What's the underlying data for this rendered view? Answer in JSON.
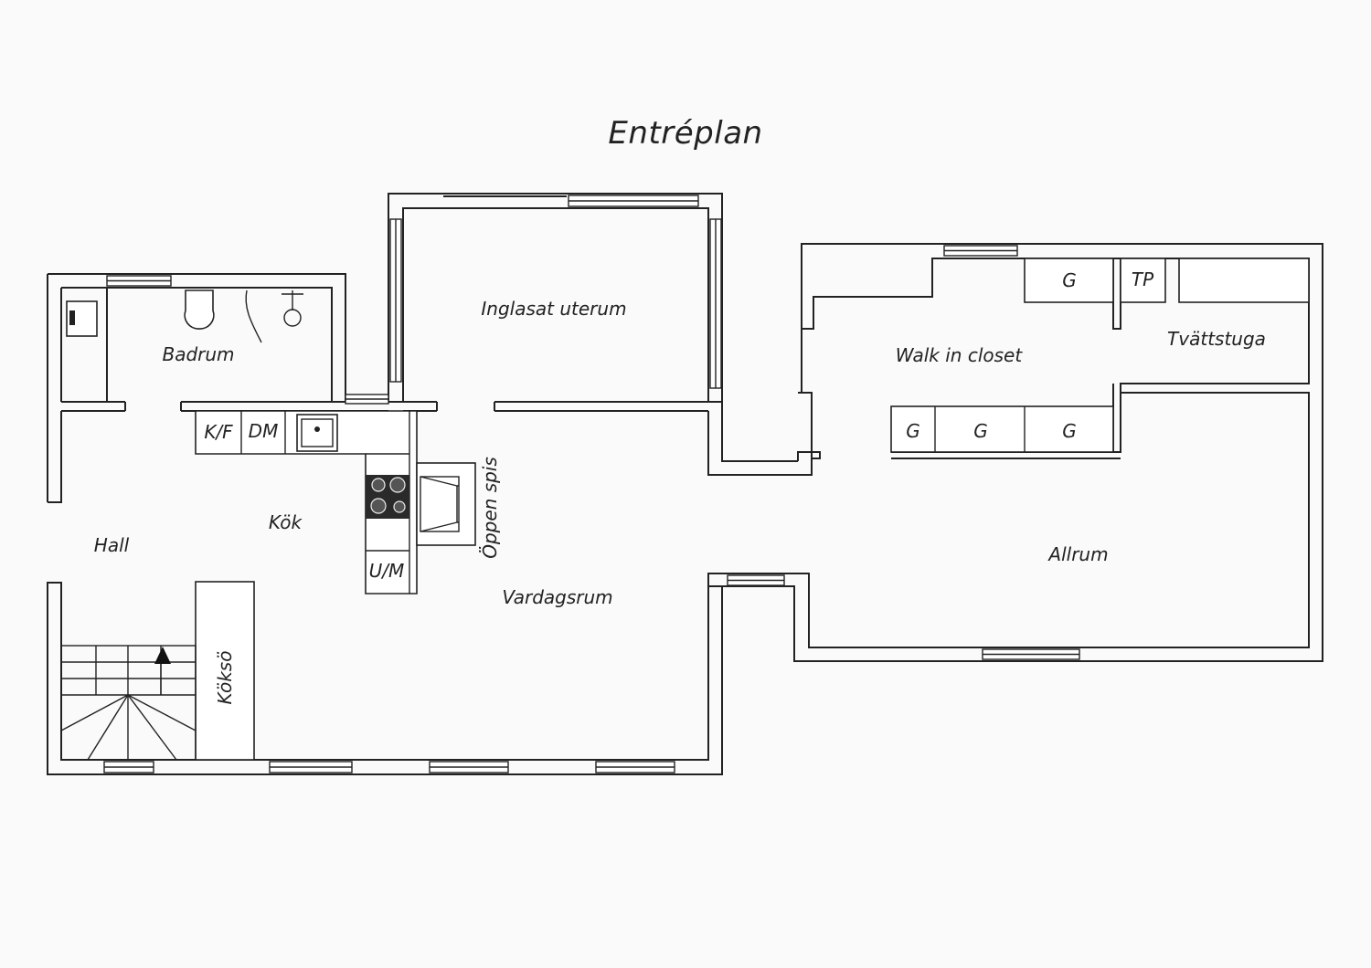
{
  "title": "Entréplan",
  "rooms": {
    "badrum": "Badrum",
    "inglasat_uterum": "Inglasat uterum",
    "walk_in_closet": "Walk in closet",
    "tvattstuga": "Tvättstuga",
    "hall": "Hall",
    "kok": "Kök",
    "vardagsrum": "Vardagsrum",
    "allrum": "Allrum",
    "koksö": "Köksö",
    "oppen_spis": "Öppen spis"
  },
  "fixtures": {
    "kf": "K/F",
    "dm": "DM",
    "um": "U/M",
    "g1": "G",
    "tp": "TP",
    "g2": "G",
    "g3": "G",
    "g4": "G"
  }
}
